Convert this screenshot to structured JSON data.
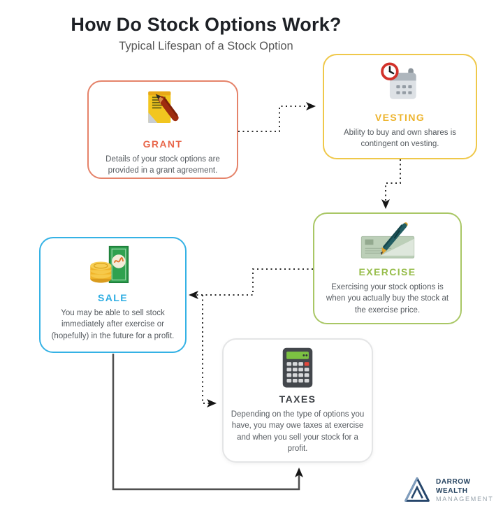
{
  "header": {
    "title": "How Do Stock Options Work?",
    "subtitle": "Typical Lifespan of a Stock Option"
  },
  "steps": [
    {
      "label": "GRANT",
      "description": "Details of your stock options are provided in a grant agreement.",
      "border": "#E5836A",
      "title_color": "#E8674B",
      "icon": "note-pencil-icon"
    },
    {
      "label": "VESTING",
      "description": "Ability to buy and own shares is contingent on vesting.",
      "border": "#EFC84A",
      "title_color": "#EDB42E",
      "icon": "calendar-clock-icon"
    },
    {
      "label": "EXERCISE",
      "description": "Exercising your stock options is when you actually buy the stock at the exercise price.",
      "border": "#A9C765",
      "title_color": "#97BD4B",
      "icon": "check-pen-icon"
    },
    {
      "label": "SALE",
      "description": "You may be able to sell stock immediately after exercise or (hopefully) in the future for a profit.",
      "border": "#35B2E5",
      "title_color": "#2BACE2",
      "icon": "coins-bill-icon"
    },
    {
      "label": "TAXES",
      "description": "Depending on the type of options you have, you may owe taxes at exercise and when you sell your stock for a profit.",
      "border": "#E4E5E6",
      "title_color": "#3B3F44",
      "icon": "calculator-icon"
    }
  ],
  "logo": {
    "line1": "DARROW WEALTH",
    "line2": "MANAGEMENT",
    "navy": "#26466B"
  },
  "connector_colors": {
    "dotted": "#2B2B2B",
    "solid": "#4F4F4F"
  }
}
